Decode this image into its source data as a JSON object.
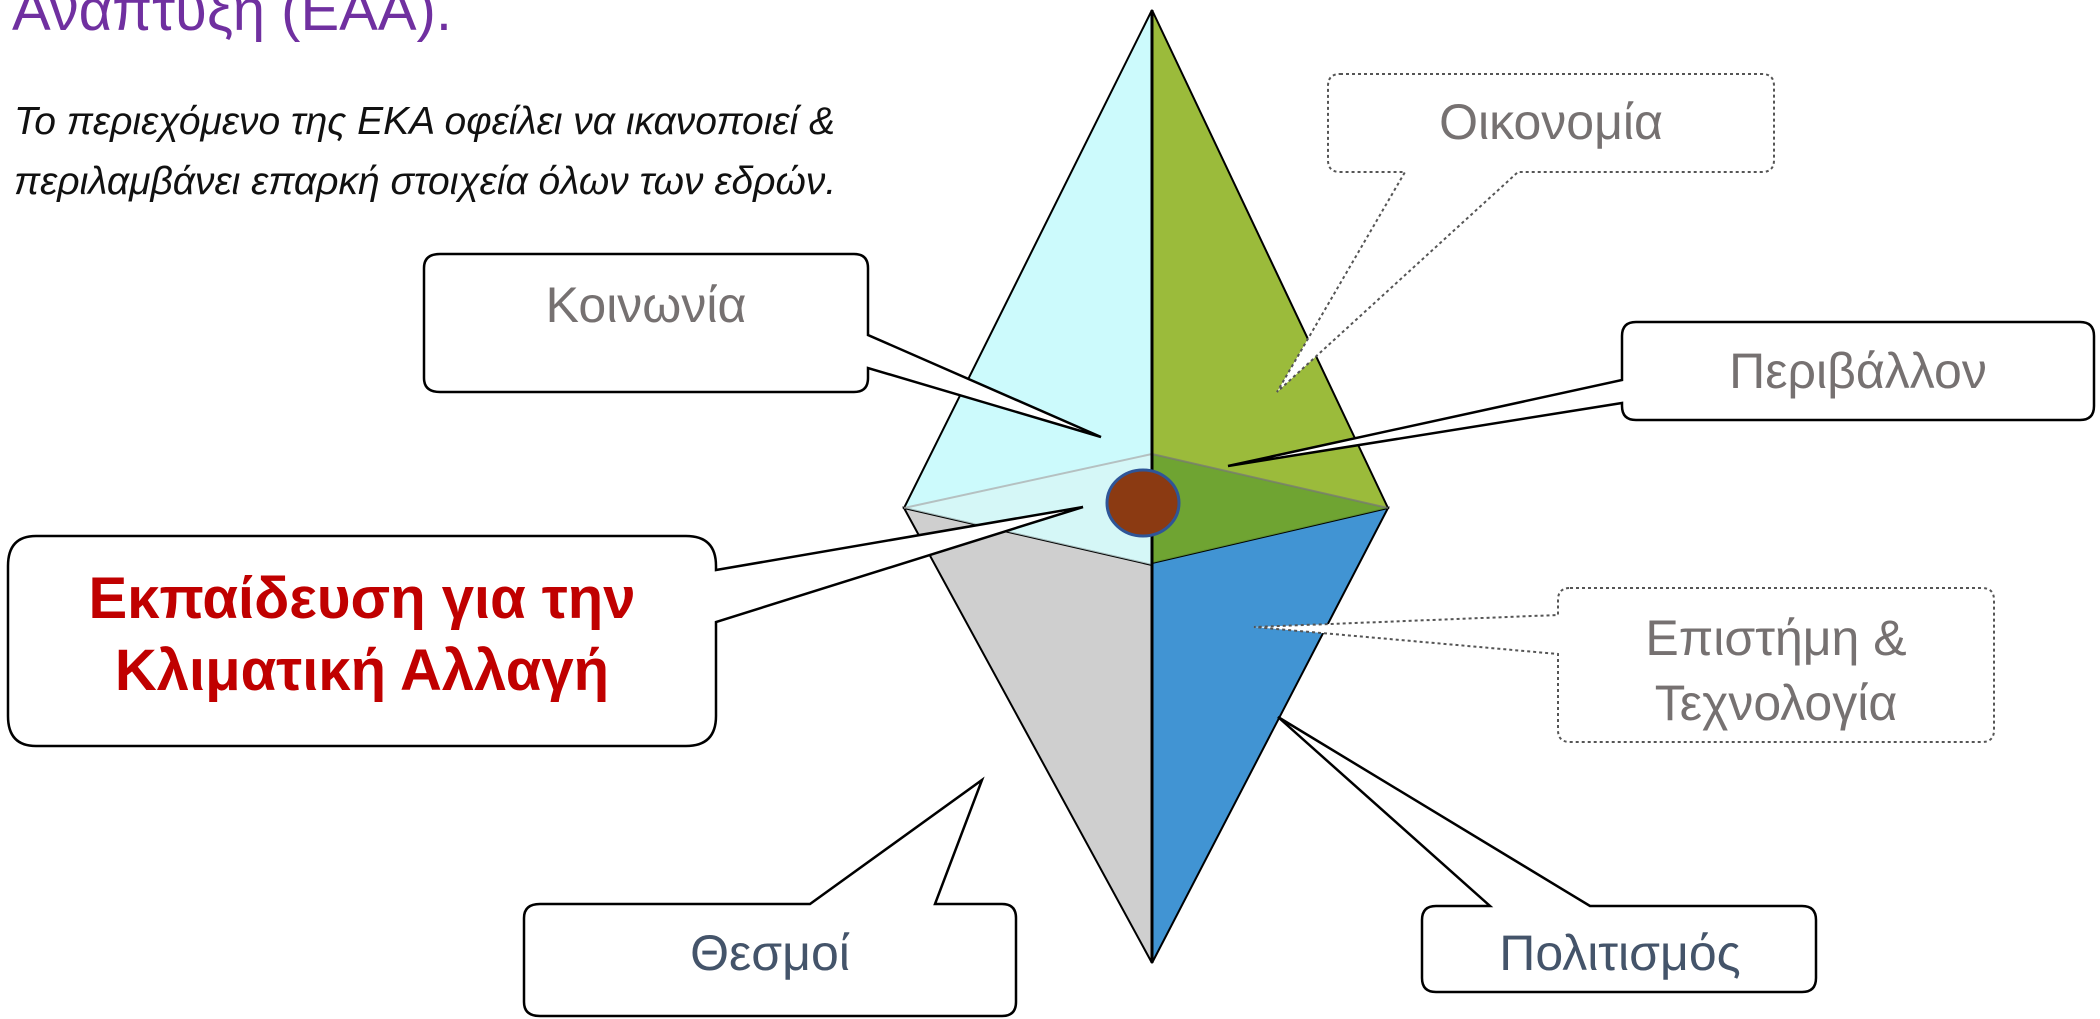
{
  "heading": {
    "title_fragment": "Ανάπτυξη (ΕΑΑ).",
    "subtitle_lines": [
      "Το περιεχόμενο της ΕΚΑ οφείλει να ικανοποιεί &",
      "περιλαμβάνει επαρκή στοιχεία όλων των εδρών."
    ]
  },
  "center": {
    "lines": [
      "Εκπαίδευση για την",
      "Κλιματική Αλλαγή"
    ]
  },
  "labels": {
    "economy": "Οικονομία",
    "society": "Κοινωνία",
    "environment": "Περιβάλλον",
    "science": [
      "Επιστήμη &",
      "Τεχνολογία"
    ],
    "institutions": "Θεσμοί",
    "culture": "Πολιτισμός"
  },
  "colors": {
    "title": "#7030a0",
    "center_text": "#c00000",
    "label_gray": "#767171",
    "label_slate": "#44546a",
    "face_cyan": "#ccfafc",
    "face_green": "#9bbb3b",
    "face_dark_green": "#6aa232",
    "face_gray": "#cfcfcf",
    "face_blue": "#4194d3",
    "dot": "#8b3a12"
  }
}
